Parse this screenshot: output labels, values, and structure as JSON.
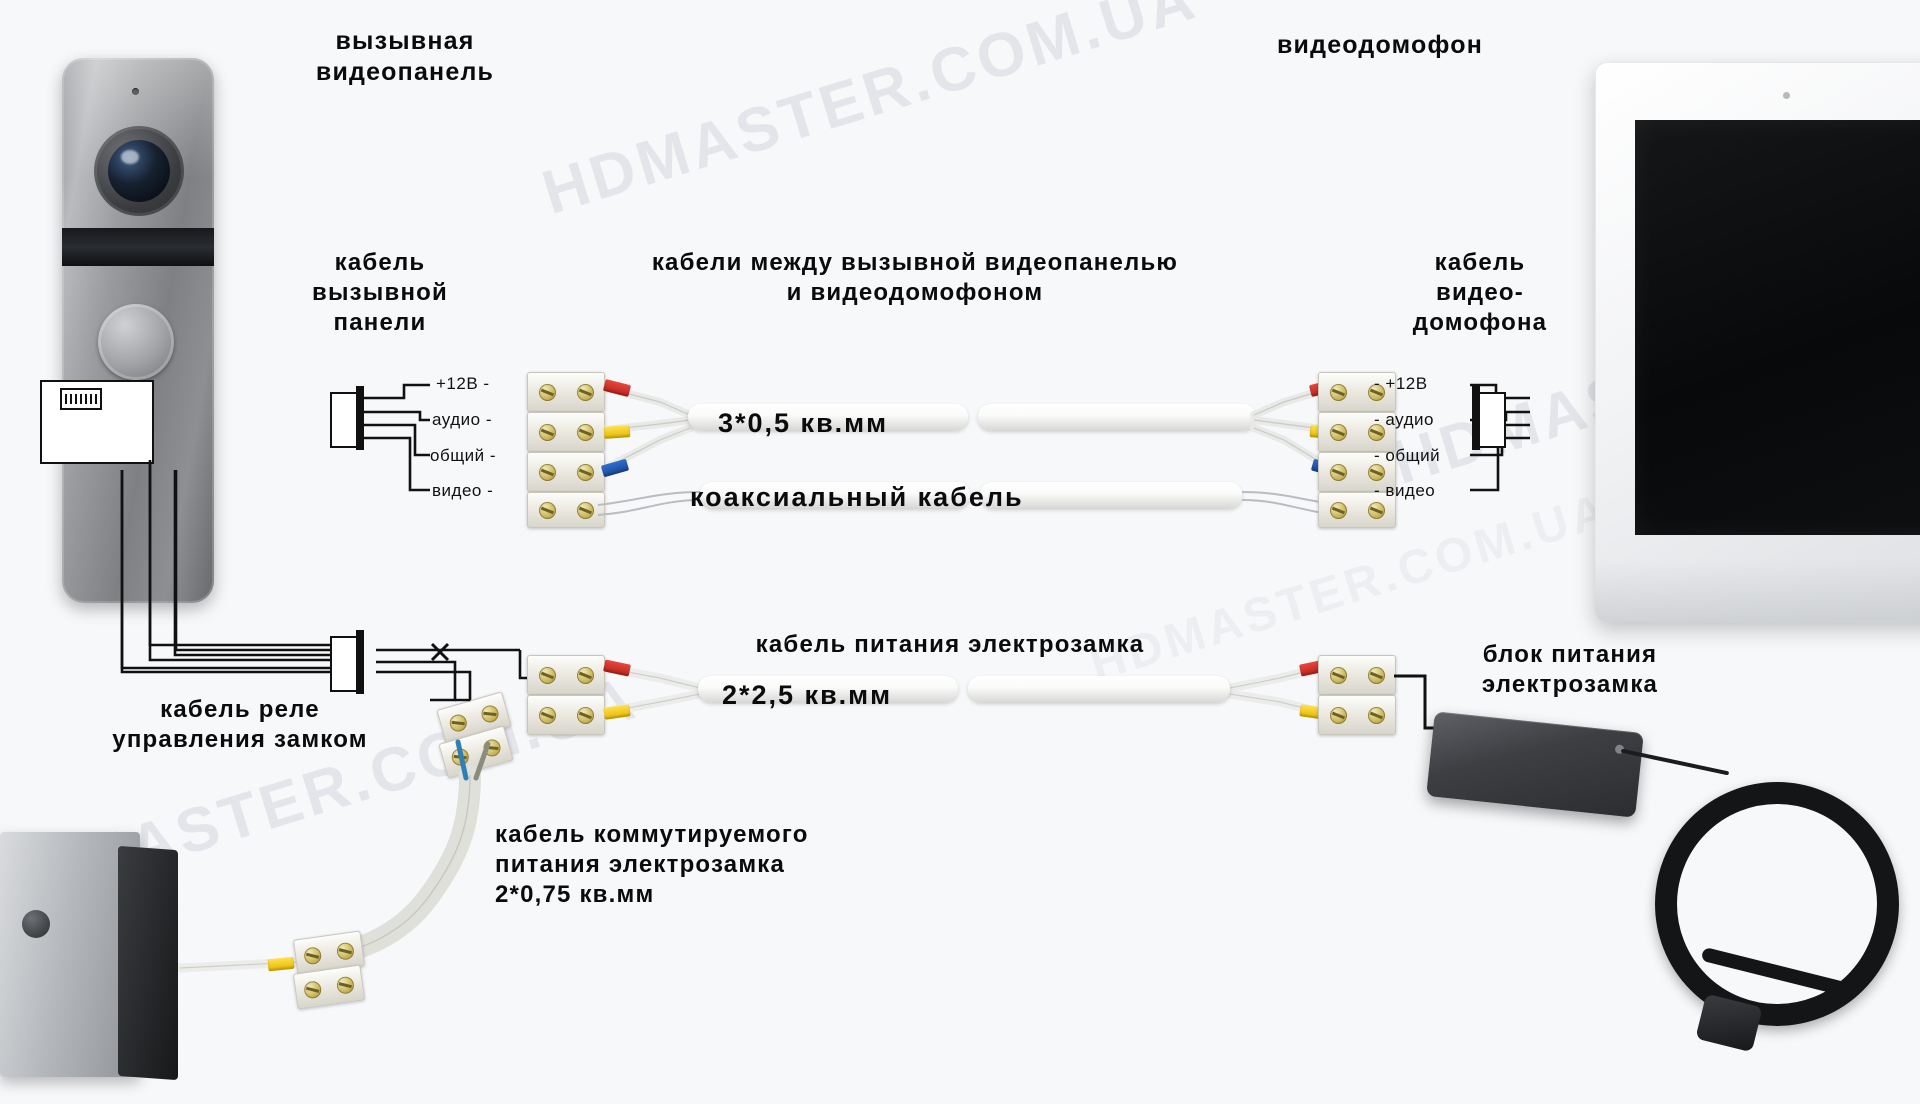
{
  "diagram": {
    "title_left": "вызывная\nвидеопанель",
    "title_right": "видеодомофон",
    "labels": {
      "cable_panel": "кабель\nвызывной\nпанели",
      "cables_between": "кабели между вызывной видеопанелью\nи видеодомофоном",
      "cable_monitor": "кабель\nвидео-\nдомофона",
      "lock_power_cable": "кабель питания электрозамка",
      "lock_psu": "блок питания\nэлектрозамка",
      "relay_cable": "кабель реле\nуправления замком",
      "switched_lock_cable": "кабель коммутируемого\nпитания электрозамка\n2*0,75 кв.мм"
    },
    "cable_specs": {
      "signal": "3*0,5 кв.мм",
      "coax": "коаксиальный кабель",
      "power": "2*2,5 кв.мм",
      "switched": "2*0,75 кв.мм"
    },
    "terminals_left": [
      {
        "label": "+12В",
        "dash": "-"
      },
      {
        "label": "аудио",
        "dash": "-"
      },
      {
        "label": "общий",
        "dash": "-"
      },
      {
        "label": "видео",
        "dash": "-"
      }
    ],
    "terminals_right": [
      {
        "dash": "-",
        "label": "+12В"
      },
      {
        "dash": "-",
        "label": "аудио"
      },
      {
        "dash": "-",
        "label": "общий"
      },
      {
        "dash": "-",
        "label": "видео"
      }
    ],
    "relay_cross_mark": "×",
    "watermark": "HDMASTER.COM.UA",
    "colors": {
      "text": "#0b0b0d",
      "background": "#f7f8fa",
      "watermark": "#e3e5ea",
      "ferrule_red": "#d43a2f",
      "ferrule_yellow": "#f0c400",
      "ferrule_blue": "#2558ab"
    }
  }
}
